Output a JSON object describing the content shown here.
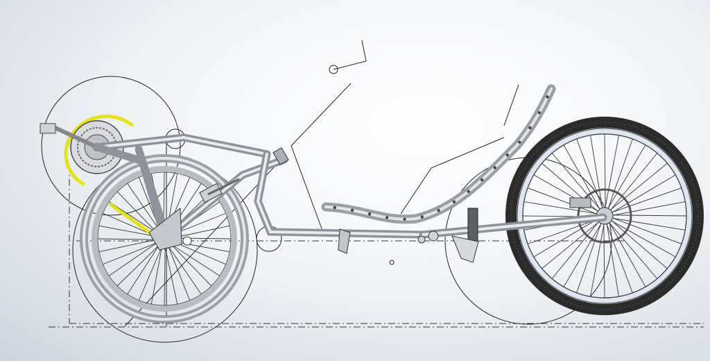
{
  "scene": {
    "colors": {
      "frame": "#8e939b",
      "tire": "#2b2b2b",
      "rim_rear": "#cfd2d6",
      "chain_highlight": "#e6e21a",
      "sketch_lines": "#222222",
      "rim_front_band": "#dfe6f2"
    },
    "front_wheel_spokes": 36,
    "rear_wheel_spokes": 32,
    "seat_holes": 16
  }
}
